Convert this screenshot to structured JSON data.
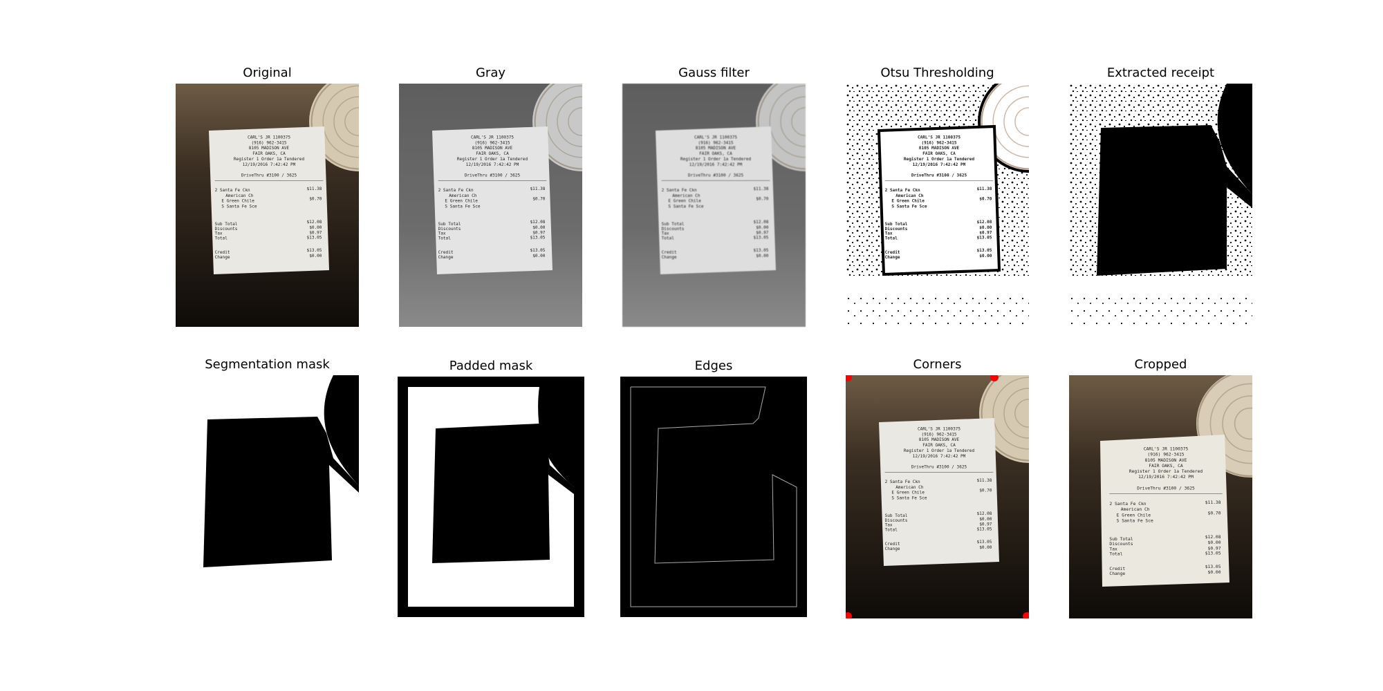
{
  "figure": {
    "panels": [
      {
        "title": "Original"
      },
      {
        "title": "Gray"
      },
      {
        "title": "Gauss filter"
      },
      {
        "title": "Otsu Thresholding"
      },
      {
        "title": "Extracted receipt"
      },
      {
        "title": "Segmentation mask"
      },
      {
        "title": "Padded mask"
      },
      {
        "title": "Edges"
      },
      {
        "title": "Corners"
      },
      {
        "title": "Cropped"
      }
    ]
  },
  "receipt": {
    "lines": [
      "CARL'S JR 1100375",
      "(916) 962-3415",
      "8105 MADISON AVE",
      "FAIR OAKS, CA",
      "Register 1 Order 1a Tendered",
      "12/19/2016 7:42:42 PM",
      "DriveThru #3100 / 3625"
    ],
    "items": [
      {
        "name": "2 Santa Fe Ckn",
        "price": "$11.38"
      },
      {
        "name": "American Ch",
        "price": ""
      },
      {
        "name": "E Green Chile",
        "price": "$0.70"
      },
      {
        "name": "S Santa Fe Sce",
        "price": ""
      }
    ],
    "totals": [
      {
        "name": "Sub Total",
        "price": "$12.08"
      },
      {
        "name": "Discounts",
        "price": "$0.00"
      },
      {
        "name": "Tax",
        "price": "$0.97"
      },
      {
        "name": "Total",
        "price": "$13.05"
      }
    ],
    "payment": [
      {
        "name": "Credit",
        "price": "$13.05"
      },
      {
        "name": "Change",
        "price": "$0.00"
      }
    ]
  },
  "colors": {
    "corner_marker": "#ff0000",
    "table_dark": "#1c1812",
    "plate": "#d9cdb8"
  }
}
